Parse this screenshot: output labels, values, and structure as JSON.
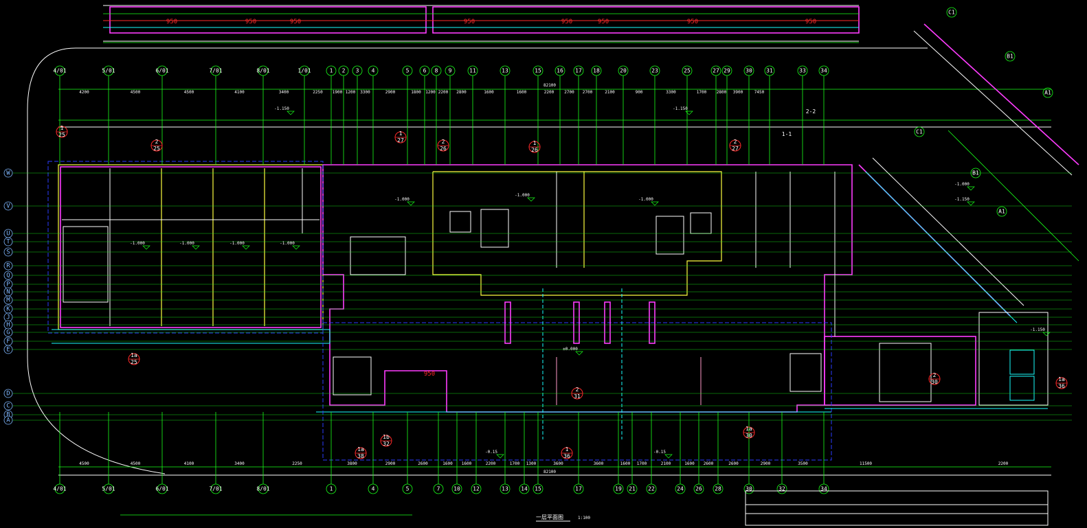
{
  "drawing": {
    "top_axis_labels": [
      "4/01",
      "5/01",
      "6/01",
      "7/01",
      "8/01",
      "1/01",
      "1",
      "2",
      "3",
      "4",
      "5",
      "6",
      "8",
      "9",
      "11",
      "13",
      "15",
      "16",
      "17",
      "18",
      "20",
      "23",
      "25",
      "27",
      "29",
      "30",
      "31",
      "33",
      "34"
    ],
    "bottom_axis_labels": [
      "4/01",
      "5/01",
      "6/01",
      "7/01",
      "8/01",
      "1",
      "4",
      "5",
      "7",
      "10",
      "12",
      "13",
      "14",
      "15",
      "17",
      "19",
      "21",
      "22",
      "24",
      "26",
      "28",
      "30",
      "32",
      "34"
    ],
    "left_axis_labels": [
      "W",
      "V",
      "U",
      "T",
      "S",
      "R",
      "Q",
      "P",
      "N",
      "M",
      "K",
      "J",
      "H",
      "G",
      "F",
      "E",
      "D",
      "C",
      "B",
      "A"
    ],
    "right_axis_labels": [
      "C1",
      "B1",
      "A1",
      "C1",
      "B1",
      "A1"
    ],
    "top_dimensions": [
      "4200",
      "4500",
      "4500",
      "4100",
      "3400",
      "2250",
      "1900",
      "1200",
      "3300",
      "2900",
      "1800",
      "1200",
      "2200",
      "2800",
      "1600",
      "1600",
      "2200",
      "2700",
      "2700",
      "2100",
      "900",
      "3300",
      "1700",
      "2800",
      "3900",
      "7450"
    ],
    "bottom_dimensions": [
      "4500",
      "4500",
      "4100",
      "3400",
      "2250",
      "3800",
      "2900",
      "2600",
      "1600",
      "1600",
      "2200",
      "1700",
      "1300",
      "3600",
      "3600",
      "1600",
      "1700",
      "2100",
      "1600",
      "2600",
      "2600",
      "2900",
      "3500",
      "11500",
      "2200"
    ],
    "elevations": [
      "-1.000",
      "-1.000",
      "-1.000",
      "-1.000",
      "-1.150",
      "-1.150",
      "-1.000",
      "-1.000",
      "-1.000",
      "±0.000",
      "-1.150",
      "-1.000",
      "-1.150",
      "-0.15",
      "-0.15"
    ],
    "section_tags": [
      {
        "num": "1",
        "sheet": "25"
      },
      {
        "num": "2",
        "sheet": "25"
      },
      {
        "num": "1",
        "sheet": "27"
      },
      {
        "num": "2",
        "sheet": "26"
      },
      {
        "num": "1",
        "sheet": "26"
      },
      {
        "num": "2",
        "sheet": "27"
      },
      {
        "num": "1a",
        "sheet": "25"
      },
      {
        "num": "1b",
        "sheet": "32"
      },
      {
        "num": "1a",
        "sheet": "38"
      },
      {
        "num": "1",
        "sheet": "36"
      },
      {
        "num": "2",
        "sheet": "31"
      },
      {
        "num": "1a",
        "sheet": "30"
      },
      {
        "num": "1a",
        "sheet": "36"
      },
      {
        "num": "2",
        "sheet": "30"
      }
    ],
    "red_marks": [
      "950",
      "950",
      "950",
      "950",
      "950",
      "950",
      "950",
      "950",
      "950"
    ],
    "section_labels": [
      "1-1",
      "2-2"
    ],
    "title": "一层平面图",
    "scale": "1:100",
    "total_dimension_top": "82100",
    "total_dimension_bottom": "82100"
  }
}
